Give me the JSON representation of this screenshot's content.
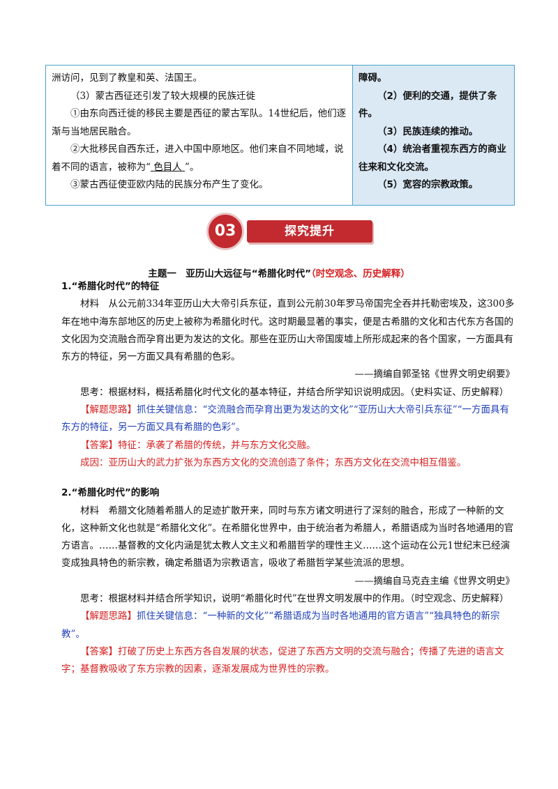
{
  "table": {
    "left_lines": [
      "洲访问，见到了教皇和英、法国王。",
      "（3）蒙古西征还引发了较大规模的民族迁徙",
      "①由东向西迁徙的移民主要是西征的蒙古军队。14世纪后，他们逐渐与当地居民融合。",
      "②大批移民自西东迁，进入中国中原地区。他们来自不同地域，说着不同的语言，被称为“",
      "色目人",
      "”。",
      "③蒙古西征使亚欧内陆的民族分布产生了变化。"
    ],
    "right_lines": [
      "障碍。",
      "（2）便利的交通，提供了条件。",
      "（3）民族连续的推动。",
      "（4）统治者重视东西方的商业往来和文化交流。",
      "（5）宽容的宗教政策。"
    ]
  },
  "section": {
    "number": "03",
    "title": "探究提升"
  },
  "topic": {
    "main": "主题一　亚历山大远征与“希腊化时代”",
    "tag": "（时空观念、历史解释）"
  },
  "part1": {
    "heading": "1.“希腊化时代”的特征",
    "material": "材料　从公元前334年亚历山大大帝引兵东征，直到公元前30年罗马帝国完全吞并托勒密埃及，这300多年在地中海东部地区的历史上被称为希腊化时代。这时期最显著的事实，便是古希腊的文化和古代东方各国的文化因为交流融合而孕育出更为发达的文化。那些在亚历山大帝国废墟上所形成起来的各个国家，一方面具有东方的特征，另一方面又具有希腊的色彩。",
    "source": "——摘编自郭圣铭《世界文明史纲要》",
    "question": "思考：根据材料，概括希腊化时代文化的基本特征，并结合所学知识说明成因。（史料实证、历史解释）",
    "hint_label": "【解题思路】",
    "hint": "抓住关键信息：“交流融合而孕育出更为发达的文化”“亚历山大大帝引兵东征”“一方面具有东方的特征，另一方面又具有希腊的色彩”。",
    "answer_label": "【答案】",
    "answer": "特征：承袭了希腊的传统，并与东方文化交融。",
    "answer2": "成因：亚历山大的武力扩张为东西方文化的交流创造了条件；东西方文化在交流中相互借鉴。"
  },
  "part2": {
    "heading": "2.“希腊化时代”的影响",
    "material": "材料　希腊文化随着希腊人的足迹扩散开来，同时与东方诸文明进行了深刻的融合，形成了一种新的文化，这种新文化也就是“希腊化文化”。在希腊化世界中，由于统治者为希腊人，希腊语成为当时各地通用的官方语言。……基督教的文化内涵是犹太教人文主义和希腊哲学的理性主义……这个运动在公元1世纪末已经演变成独具特色的新宗教，确定希腊语为宗教语言，吸收了希腊哲学某些流派的思想。",
    "source": "——摘编自马克垚主编《世界文明史》",
    "question": "思考：根据材料并结合所学知识，说明“希腊化时代”在世界文明发展中的作用。（时空观念、历史解释）",
    "hint_label": "【解题思路】",
    "hint": "抓住关键信息：“一种新的文化”“希腊语成为当时各地通用的官方语言”“独具特色的新宗教”。",
    "answer_label": "【答案】",
    "answer": "打破了历史上东西方各自发展的状态，促进了东西方文明的交流与融合；传播了先进的语言文字；基督教吸收了东方宗教的因素，逐渐发展成为世界性的宗教。"
  }
}
